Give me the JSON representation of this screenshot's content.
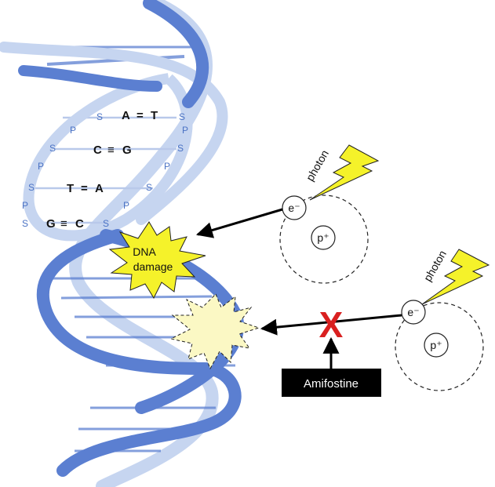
{
  "base_pairs": [
    {
      "left": "A",
      "bond": "=",
      "right": "T"
    },
    {
      "left": "C",
      "bond": "≡",
      "right": "G"
    },
    {
      "left": "T",
      "bond": "=",
      "right": "A"
    },
    {
      "left": "G",
      "bond": "≡",
      "right": "C"
    }
  ],
  "backbone": {
    "sugar": "S",
    "phosphate": "P"
  },
  "damage": {
    "line1": "DNA",
    "line2": "damage"
  },
  "photon_label": "photon",
  "electron_label": "e⁻",
  "proton_label": "p⁺",
  "blocked_mark": "X",
  "drug_label": "Amifostine",
  "colors": {
    "helix": "#5b7fd1",
    "helix_light": "#c6d5f0",
    "starburst": "#f5f22a",
    "starburst_faded": "#fbf8c4",
    "blocked": "#d92020",
    "box": "#000000"
  }
}
